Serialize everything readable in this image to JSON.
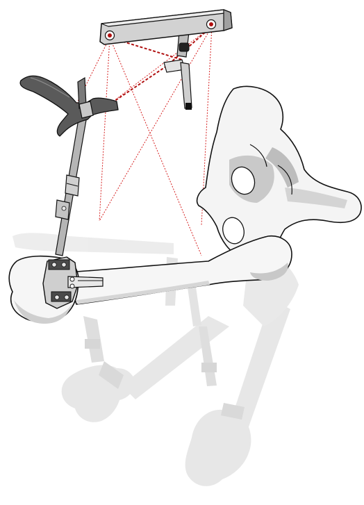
{
  "figure": {
    "has_text": false,
    "colors": {
      "background": "#ffffff",
      "outline": "#111111",
      "bone_fill": "#f4f4f4",
      "bone_shade": "#c9c9c9",
      "ghost": "#e6e6e6",
      "ghost_dark": "#d8d8d8",
      "device_light": "#d2d2d2",
      "device_mid": "#a8a8a8",
      "device_dark": "#6f6f6f",
      "sight_lines": "#d62020",
      "sight_lines_bold": "#b01010"
    },
    "parts": [
      "optical-tracking-camera",
      "camera-mount",
      "tracker-reference-star",
      "tracker-rod",
      "pelvis-bone",
      "femur-bone",
      "femur-clamp",
      "ghost-leg-positions",
      "infrared-sight-lines"
    ]
  }
}
